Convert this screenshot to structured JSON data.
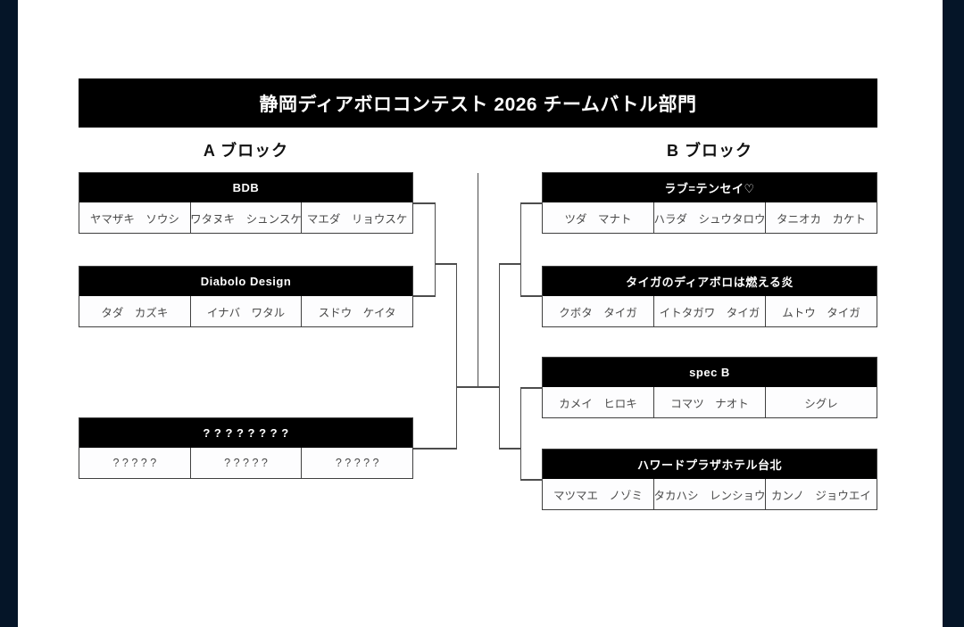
{
  "title": "静岡ディアボロコンテスト 2026 チームバトル部門",
  "blocks": [
    {
      "label": "A ブロック",
      "teams": [
        {
          "name": "BDB",
          "members": [
            "ヤマザキ　ソウシ",
            "ワタヌキ　シュンスケ",
            "マエダ　リョウスケ"
          ]
        },
        {
          "name": "Diabolo Design",
          "members": [
            "タダ　カズキ",
            "イナバ　ワタル",
            "スドウ　ケイタ"
          ]
        },
        {
          "name": "? ? ? ? ? ? ? ?",
          "members": [
            "? ? ? ? ?",
            "? ? ? ? ?",
            "? ? ? ? ?"
          ]
        }
      ]
    },
    {
      "label": "B ブロック",
      "teams": [
        {
          "name": "ラブ=テンセイ♡",
          "members": [
            "ツダ　マナト",
            "ハラダ　シュウタロウ",
            "タニオカ　カケト"
          ]
        },
        {
          "name": "タイガのディアボロは燃える炎",
          "members": [
            "クボタ　タイガ",
            "イトタガワ　タイガ",
            "ムトウ　タイガ"
          ]
        },
        {
          "name": "spec B",
          "members": [
            "カメイ　ヒロキ",
            "コマツ　ナオト",
            "シグレ"
          ]
        },
        {
          "name": "ハワードプラザホテル台北",
          "members": [
            "マツマエ　ノゾミ",
            "タカハシ　レンショウ",
            "カンノ　ジョウエイ"
          ]
        }
      ]
    }
  ],
  "colors": {
    "edge_strip": "#051528",
    "banner_background": "#000000",
    "banner_text": "#ffffff",
    "member_text": "#4a4a4a",
    "bracket_line": "#4d4d4d",
    "page_background": "#ffffff"
  }
}
